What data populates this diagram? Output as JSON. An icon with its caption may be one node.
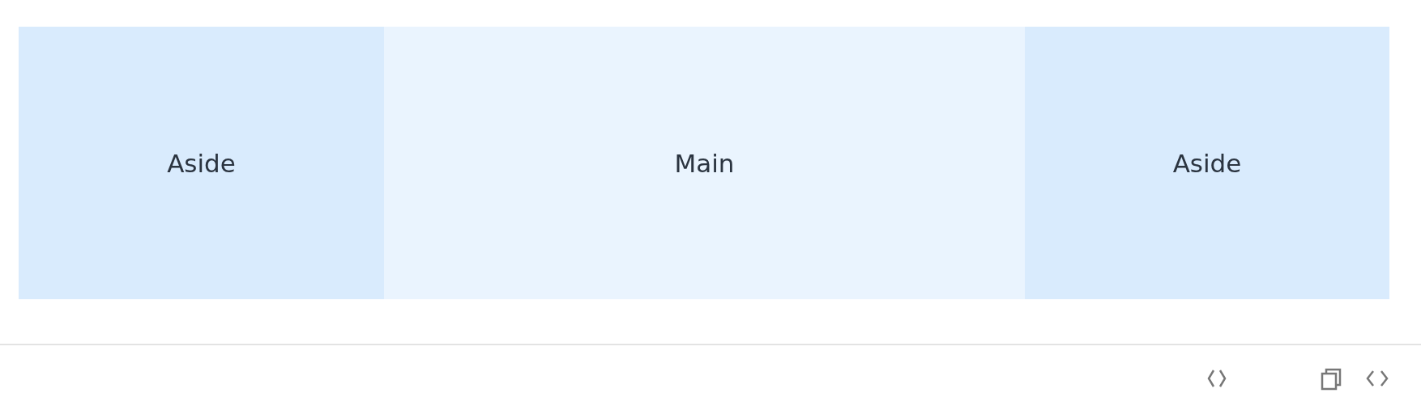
{
  "diagram": {
    "nodes": [
      {
        "text": [
          "Aside"
        ]
      },
      {
        "text": [
          "Main"
        ]
      },
      {
        "text": [
          "Aside"
        ]
      }
    ]
  }
}
